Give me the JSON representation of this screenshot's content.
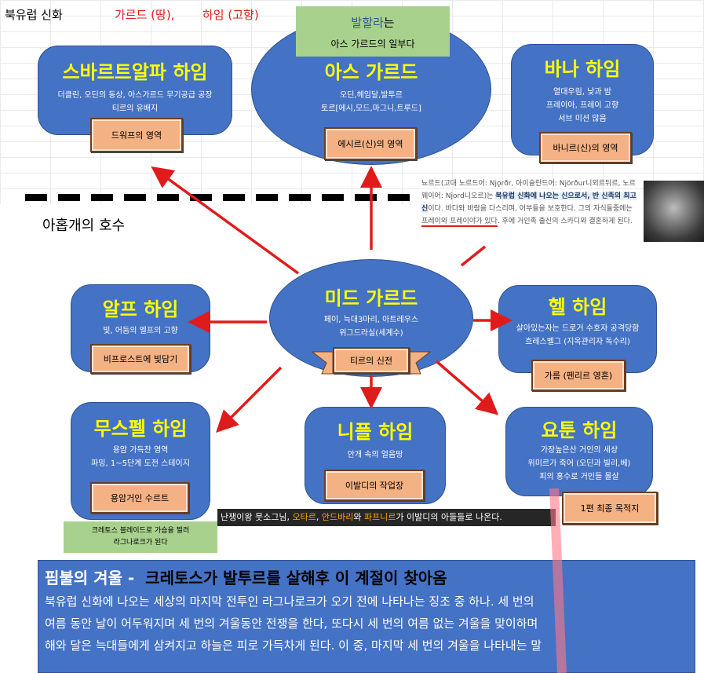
{
  "header": {
    "left": "북유럽 신화",
    "red1": "가르드 (땅),",
    "red2": "하임 (고향)"
  },
  "valhalla_note": {
    "name": "발할라",
    "suffix": "는",
    "line2": "아스 가르드의 일부다"
  },
  "realms": {
    "svartalfheim": {
      "title": "스바르트알파 하임",
      "desc1": "더클린, 오딘의 동상, 아스가르드 무기공급 공장",
      "desc2": "티르의 유배지",
      "tag": "드워프의 영역"
    },
    "asgard": {
      "title": "아스 가르드",
      "desc1": "오딘,헤임달,발투르",
      "desc2": "토르[에시,모드,마그니,트루드]",
      "tag": "에시르(신)의 영역"
    },
    "vanaheim": {
      "title": "바나 하임",
      "desc1": "열대우림, 낮과 밤",
      "desc2": "프레이아, 프레이 고향",
      "desc3": "서브 미션 많음",
      "tag": "바니르(신)의 영역"
    },
    "alfheim": {
      "title": "알프 하임",
      "desc1": "빛, 어둠의 엘프의 고향",
      "tag": "비프로스트에 빛담기"
    },
    "midgard": {
      "title": "미드 가르드",
      "desc1": "페이, 늑대3마리, 아트레우스",
      "desc2": "위그드라실(세계수)",
      "tag": "티르의 신전"
    },
    "helheim": {
      "title": "헬 하임",
      "desc1": "살아있는자는 드로거 수호자 공격당함",
      "desc2": "흐레스벨그 (지옥관리자 독수리)",
      "tag": "가름 (펜리르 영혼)"
    },
    "muspelheim": {
      "title": "무스펠 하임",
      "desc1": "용암 가득찬 영역",
      "desc2": "파밍, 1~5단계 도전 스테이지",
      "tag": "용암거인 수르트"
    },
    "niflheim": {
      "title": "니플 하임",
      "desc1": "안개 속의 얼음땅",
      "tag": "이발디의 작업장"
    },
    "jotunheim": {
      "title": "요툰 하임",
      "desc1": "가장높은산 거인의 세상",
      "desc2": "위미르가 죽어 (오딘과 빌리,베)",
      "desc3": "피의 홍수로 거인들 몰살",
      "tag": "1편 최종 목적지"
    }
  },
  "surtr_note": {
    "line1": "크레토스 블레이드로 가슴을 찔러",
    "line2": "라그나로크가 된다"
  },
  "lake_label": "아홉개의 호수",
  "njord_quote": {
    "p1": "뇨르드(고대 노르드어: Njǫrðr, 아이슬란드어: Njörður니외르뒤르, 노르웨이어: Njord니오르)는 ",
    "hl": "북유럽 신화에 나오는 신으로서, 반 신족의 최고신",
    "p2": "이다. 바다와 바람을 다스리며, 어부들을 보호한다. 그의 자식들중에는 ",
    "ul": "프레이와 프레이야가 있다",
    "p3": ". 후에 거인족 출신의 스카디와 결혼하게 된다."
  },
  "dark_caption": {
    "a": "난쟁이왕 뭇소그님, ",
    "o1": "오타르",
    "b": ", ",
    "o2": "안드바리",
    "c": "와 ",
    "o3": "파프니르",
    "d": "가 이발디의 아들들로 나온다."
  },
  "fimbul": {
    "title": "핌불의 겨울",
    "sep": " - ",
    "subtitle": "크레토스가 발투르를 살해후 이 계절이 찾아옴",
    "line1": "북유럽 신화에 나오는 세상의 마지막 전투인 라그나로크가 오기 전에 나타나는 징조 중 하나. 세 번의",
    "line2": "여름 동안 날이 어두워지며 세 번의 겨울동안 전쟁을 한다, 또다시 세 번의 여름 없는 겨울을 맞이하며",
    "line3": "해와 달은 늑대들에게 삼켜지고 하늘은 피로 가득차게 된다. 이 중, 마지막 세 번의 겨울을 나타내는 말"
  },
  "colors": {
    "realm_fill": "#4472c4",
    "title_yellow": "#ffff00",
    "arrow_red": "#e01b1b",
    "tag_fill": "#f4b183",
    "note_green": "#a9d18e"
  }
}
